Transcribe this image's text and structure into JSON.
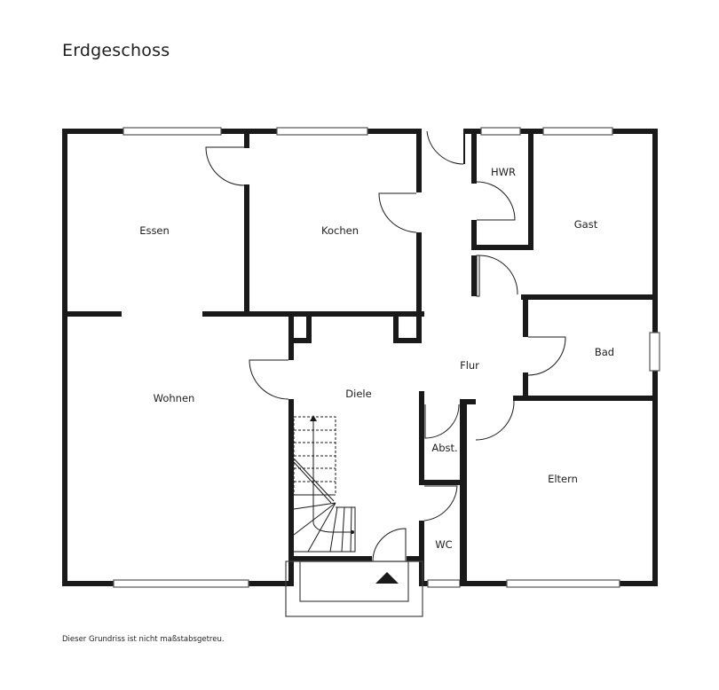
{
  "header": {
    "title": "Erdgeschoss"
  },
  "footer": {
    "note": "Dieser Grundriss ist nicht maßstabsgetreu."
  },
  "rooms": [
    {
      "name": "Essen"
    },
    {
      "name": "Kochen"
    },
    {
      "name": "HWR"
    },
    {
      "name": "Gast"
    },
    {
      "name": "Bad"
    },
    {
      "name": "Flur"
    },
    {
      "name": "Diele"
    },
    {
      "name": "Wohnen"
    },
    {
      "name": "Abst."
    },
    {
      "name": "Eltern"
    },
    {
      "name": "WC"
    }
  ],
  "symbols": {
    "entrance": "entrance-arrow",
    "stairs": "stair-up-arrow"
  },
  "colors": {
    "wall": "#1a1a1a",
    "window": "#ffffff",
    "background": "#ffffff"
  }
}
